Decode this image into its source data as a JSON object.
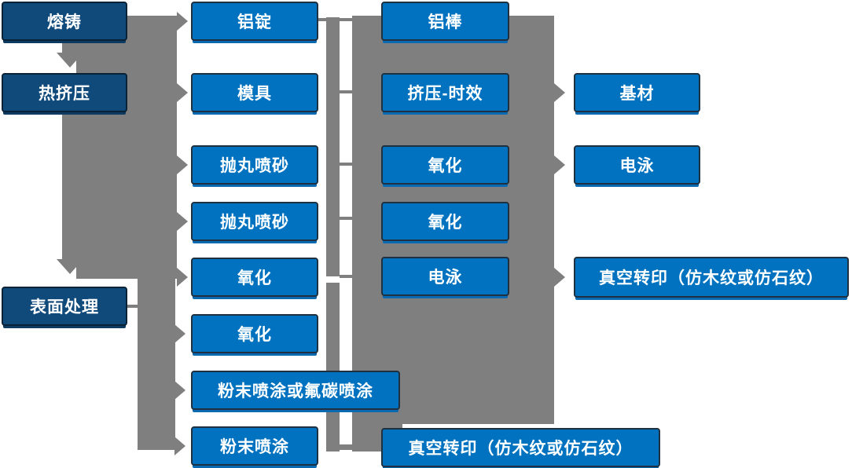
{
  "palette": {
    "bright_box_fill": "#0072bf",
    "bright_box_border": "#1f3040",
    "dark_box_fill": "#0f4a7b",
    "dark_box_border": "#0a2236",
    "connector_gray": "#7f7f7f",
    "box_text": "#ffffff",
    "canvas_background": "#ffffff"
  },
  "nodes": {
    "col1": [
      "熔铸",
      "热挤压",
      "表面处理"
    ],
    "col2": [
      "铝锭",
      "模具",
      "抛丸喷砂",
      "抛丸喷砂",
      "氧化",
      "氧化",
      "粉末喷涂或氟碳喷涂",
      "粉末喷涂"
    ],
    "col3": [
      "铝棒",
      "挤压-时效",
      "氧化",
      "氧化",
      "电泳",
      "真空转印（仿木纹或仿石纹）"
    ],
    "col4": [
      "基材",
      "电泳",
      "真空转印（仿木纹或仿石纹）"
    ]
  }
}
